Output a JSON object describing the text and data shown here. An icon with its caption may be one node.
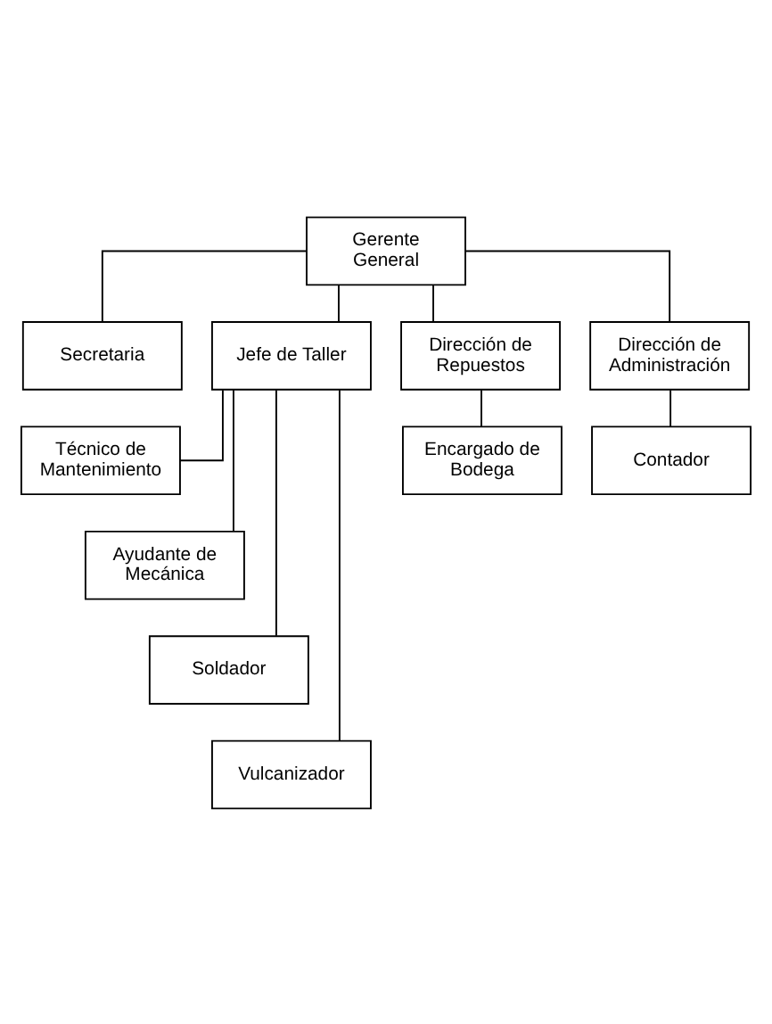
{
  "diagram": {
    "nodes": [
      {
        "text": [
          "Gerente General"
        ]
      },
      {
        "text": [
          "Secretaria"
        ]
      },
      {
        "text": [
          "Jefe de Taller"
        ]
      },
      {
        "text": [
          "Dirección de Repuestos"
        ]
      },
      {
        "text": [
          "Dirección de Administración"
        ]
      },
      {
        "text": [
          "Técnico de Mantenimiento"
        ]
      },
      {
        "text": [
          "Ayudante de Mecánica"
        ]
      },
      {
        "text": [
          "Soldador"
        ]
      },
      {
        "text": [
          "Vulcanizador"
        ]
      },
      {
        "text": [
          "Encargado de Bodega"
        ]
      },
      {
        "text": [
          "Contador"
        ]
      }
    ],
    "edges": [
      {
        "from": 0,
        "to": 1,
        "arrow": "none"
      },
      {
        "from": 0,
        "to": 2,
        "arrow": "none"
      },
      {
        "from": 0,
        "to": 3,
        "arrow": "none"
      },
      {
        "from": 0,
        "to": 4,
        "arrow": "none"
      },
      {
        "from": 2,
        "to": 5,
        "arrow": "none"
      },
      {
        "from": 2,
        "to": 6,
        "arrow": "none"
      },
      {
        "from": 2,
        "to": 7,
        "arrow": "none"
      },
      {
        "from": 2,
        "to": 8,
        "arrow": "none"
      },
      {
        "from": 3,
        "to": 9,
        "arrow": "none"
      },
      {
        "from": 4,
        "to": 10,
        "arrow": "none"
      }
    ]
  }
}
